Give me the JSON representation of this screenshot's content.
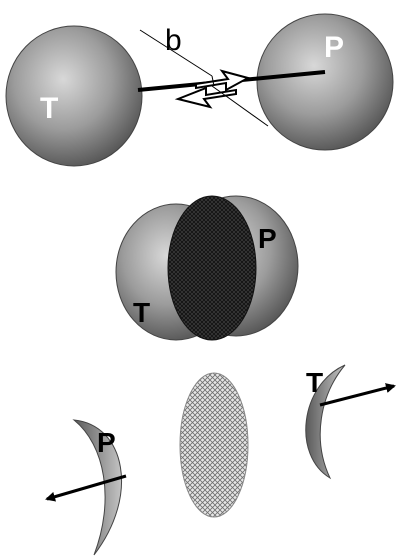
{
  "collision": {
    "target_label": "T",
    "projectile_label": "P",
    "impact_parameter_label": "b"
  },
  "overlap": {
    "target_label": "T",
    "projectile_label": "P"
  },
  "fragments": {
    "target_label": "T",
    "projectile_label": "P"
  }
}
